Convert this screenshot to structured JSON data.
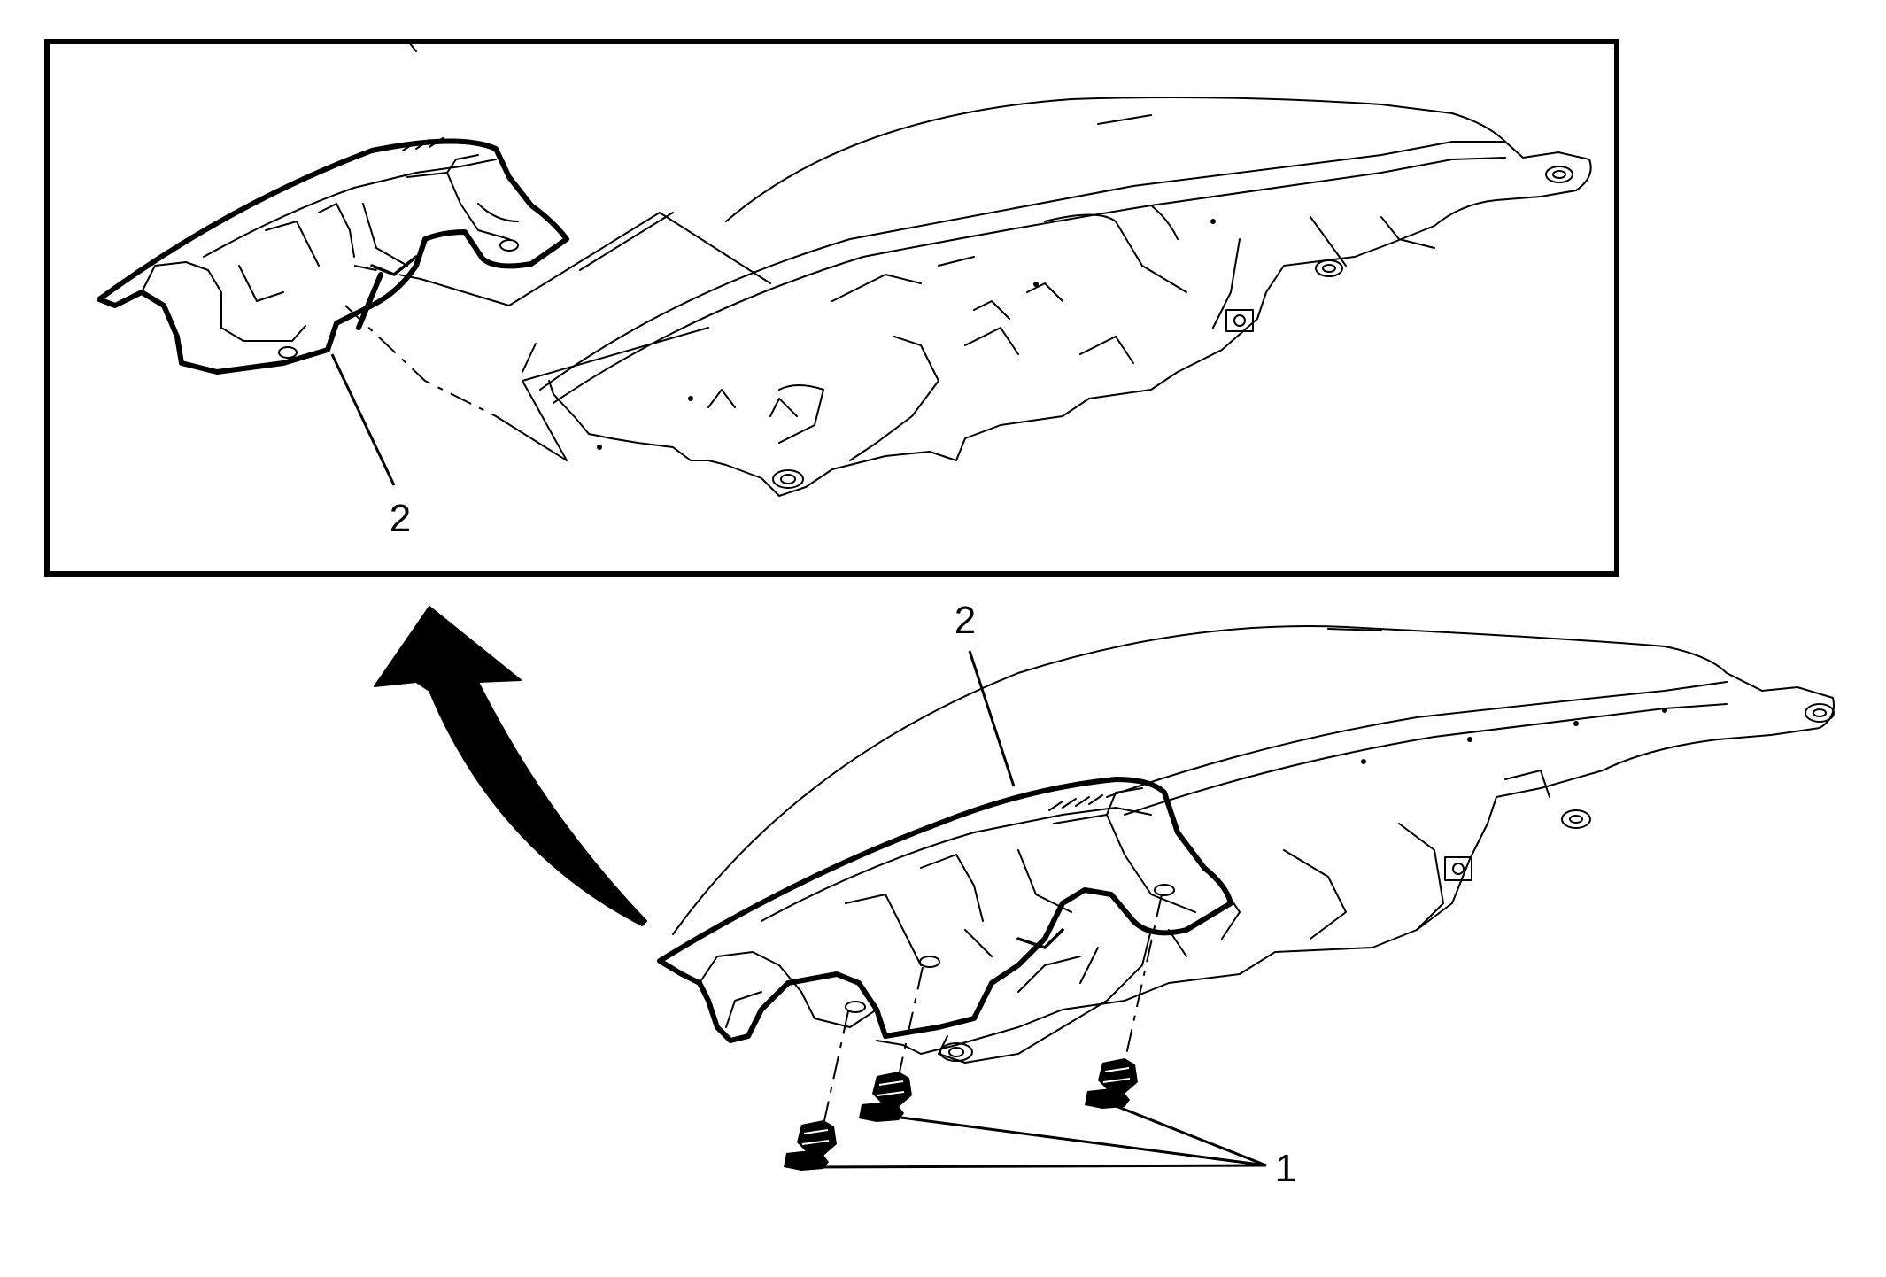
{
  "callouts": {
    "inset_part": "2",
    "main_part": "2",
    "fasteners": "1"
  }
}
